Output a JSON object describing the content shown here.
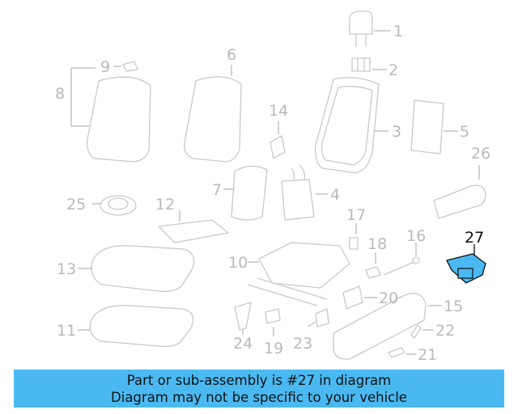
{
  "diagram": {
    "callouts": [
      {
        "id": "1",
        "text": "1"
      },
      {
        "id": "2",
        "text": "2"
      },
      {
        "id": "3",
        "text": "3"
      },
      {
        "id": "4",
        "text": "4"
      },
      {
        "id": "5",
        "text": "5"
      },
      {
        "id": "6",
        "text": "6"
      },
      {
        "id": "7",
        "text": "7"
      },
      {
        "id": "8",
        "text": "8"
      },
      {
        "id": "9",
        "text": "9"
      },
      {
        "id": "10",
        "text": "10"
      },
      {
        "id": "11",
        "text": "11"
      },
      {
        "id": "12",
        "text": "12"
      },
      {
        "id": "13",
        "text": "13"
      },
      {
        "id": "14",
        "text": "14"
      },
      {
        "id": "15",
        "text": "15"
      },
      {
        "id": "16",
        "text": "16"
      },
      {
        "id": "17",
        "text": "17"
      },
      {
        "id": "18",
        "text": "18"
      },
      {
        "id": "19",
        "text": "19"
      },
      {
        "id": "20",
        "text": "20"
      },
      {
        "id": "21",
        "text": "21"
      },
      {
        "id": "22",
        "text": "22"
      },
      {
        "id": "23",
        "text": "23"
      },
      {
        "id": "24",
        "text": "24"
      },
      {
        "id": "25",
        "text": "25"
      },
      {
        "id": "26",
        "text": "26"
      },
      {
        "id": "27",
        "text": "27"
      }
    ],
    "highlighted_part": "27",
    "colors": {
      "line_art": "#c9c9c9",
      "callout_text": "#b9b9b9",
      "highlight_fill": "#4ab9f2",
      "highlight_text": "#111111"
    }
  },
  "banner": {
    "line1": "Part or sub-assembly is #27 in diagram",
    "line2": "Diagram may not be specific to your vehicle",
    "background": "#4ab9f2"
  }
}
